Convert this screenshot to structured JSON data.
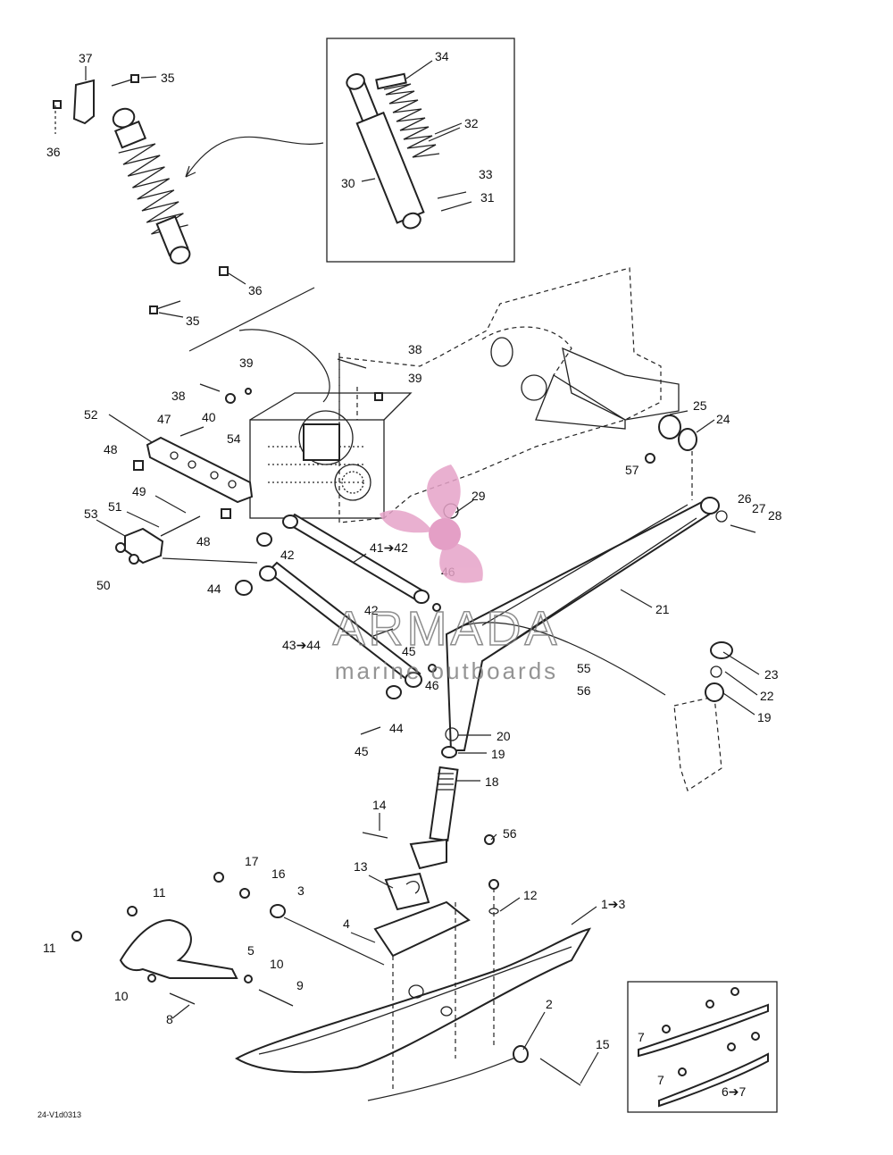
{
  "diagram_code": "24-V1d0313",
  "watermark": {
    "brand": "ARMADA",
    "tagline": "marine outboards",
    "colors": {
      "logo": "#e6a3c8",
      "logo_center": "#e08fbd",
      "text": "#7a7a7a"
    }
  },
  "labels": {
    "l37": "37",
    "l35a": "35",
    "l36a": "36",
    "l34": "34",
    "l32": "32",
    "l30": "30",
    "l33": "33",
    "l31": "31",
    "l36b": "36",
    "l35b": "35",
    "l38a": "38",
    "l39a": "39",
    "l38b": "38",
    "l39b": "39",
    "l40": "40",
    "l52": "52",
    "l47": "47",
    "l48a": "48",
    "l54": "54",
    "l25": "25",
    "l24": "24",
    "l57": "57",
    "l49": "49",
    "l51": "51",
    "l53": "53",
    "l48b": "48",
    "l29": "29",
    "l26": "26",
    "l27": "27",
    "l28": "28",
    "l4142": "41➔42",
    "l42a": "42",
    "l50": "50",
    "l46a": "46",
    "l44a": "44",
    "l21": "21",
    "l42b": "42",
    "l4344": "43➔44",
    "l45a": "45",
    "l55": "55",
    "l23": "23",
    "l22": "22",
    "l56a": "56",
    "l46b": "46",
    "l19a": "19",
    "l44b": "44",
    "l45b": "45",
    "l20": "20",
    "l19b": "19",
    "l18": "18",
    "l14": "14",
    "l56b": "56",
    "l13": "13",
    "l17": "17",
    "l16": "16",
    "l3": "3",
    "l12": "12",
    "l13b": "1➔3",
    "l11a": "11",
    "l4": "4",
    "l11b": "11",
    "l5": "5",
    "l10a": "10",
    "l9": "9",
    "l10b": "10",
    "l8": "8",
    "l2": "2",
    "l15": "15",
    "l7a": "7",
    "l7b": "7",
    "l67": "6➔7"
  }
}
